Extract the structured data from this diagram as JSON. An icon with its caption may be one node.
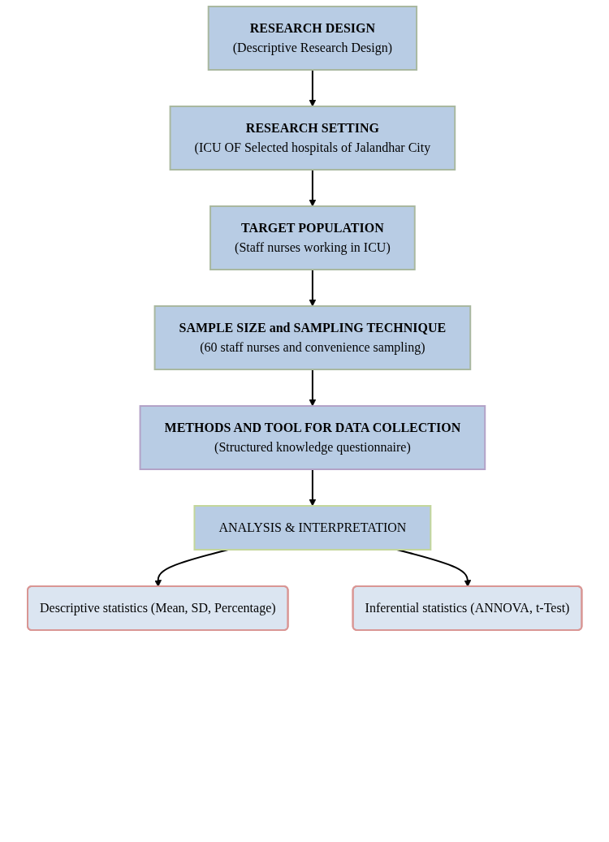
{
  "diagram": {
    "nodes": [
      {
        "text": [
          "RESEARCH DESIGN",
          "(Descriptive Research Design)"
        ]
      },
      {
        "text": [
          "RESEARCH SETTING",
          "(ICU OF Selected hospitals of Jalandhar City"
        ]
      },
      {
        "text": [
          "TARGET POPULATION",
          "(Staff nurses working in ICU)"
        ]
      },
      {
        "text": [
          "SAMPLE SIZE and SAMPLING TECHNIQUE",
          "(60 staff nurses and convenience sampling)"
        ]
      },
      {
        "text": [
          "METHODS AND TOOL FOR DATA COLLECTION",
          "(Structured knowledge questionnaire)"
        ]
      },
      {
        "text": [
          "ANALYSIS & INTERPRETATION"
        ]
      },
      {
        "text": [
          "Descriptive statistics (Mean, SD, Percentage)"
        ]
      },
      {
        "text": [
          "Inferential statistics (ANNOVA, t-Test)"
        ]
      }
    ],
    "edges": [
      {
        "from": 0,
        "to": 1,
        "arrow": "to"
      },
      {
        "from": 1,
        "to": 2,
        "arrow": "to"
      },
      {
        "from": 2,
        "to": 3,
        "arrow": "to"
      },
      {
        "from": 3,
        "to": 4,
        "arrow": "to"
      },
      {
        "from": 4,
        "to": 5,
        "arrow": "to"
      },
      {
        "from": 5,
        "to": 6,
        "arrow": "to"
      },
      {
        "from": 5,
        "to": 7,
        "arrow": "to"
      }
    ]
  }
}
